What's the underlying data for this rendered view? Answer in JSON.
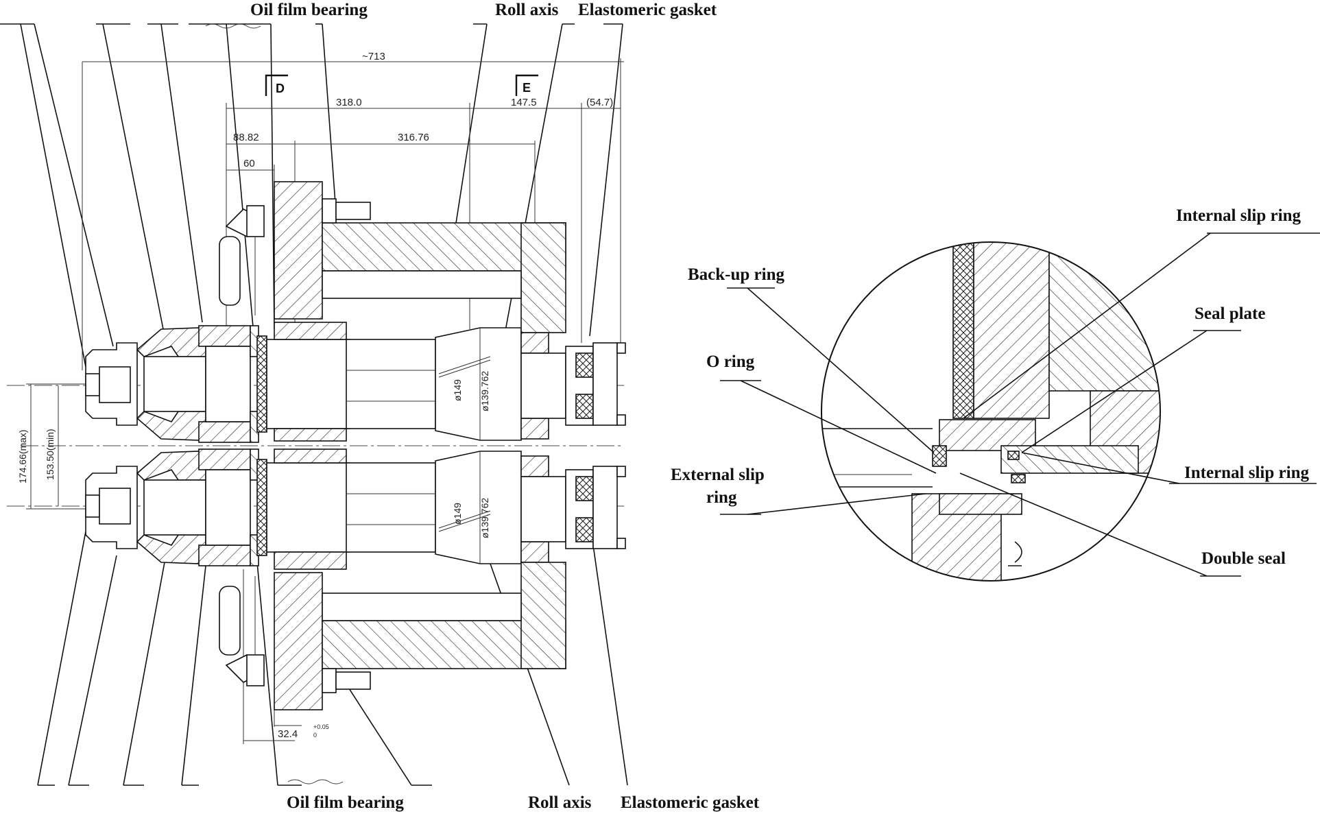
{
  "labels": {
    "oil_film_bearing_top": "Oil film bearing",
    "roll_axis_top": "Roll axis",
    "elastomeric_gasket_top": "Elastomeric gasket",
    "oil_film_bearing_bottom": "Oil film bearing",
    "roll_axis_bottom": "Roll axis",
    "elastomeric_gasket_bottom": "Elastomeric gasket",
    "internal_slip_ring_top": "Internal slip ring",
    "back_up_ring": "Back-up ring",
    "seal_plate": "Seal plate",
    "o_ring": "O ring",
    "external_slip_ring_l1": "External slip",
    "external_slip_ring_l2": "ring",
    "internal_slip_ring_right": "Internal slip ring",
    "double_seal": "Double seal"
  },
  "dimensions": {
    "overall": "~713",
    "d318": "318.0",
    "d147": "147.5",
    "d54": "(54.7)",
    "d88": "88.82",
    "d316": "316.76",
    "d60": "60",
    "d324": "32.4",
    "tol_upper": "+0.05",
    "tol_lower": "0",
    "max_dist": "174.66(max)",
    "min_dist": "153.50(min)",
    "dia149_top": "ø149",
    "dia139_top": "ø139.762",
    "dia149_bot": "ø149",
    "dia139_bot": "ø139.762"
  },
  "sections": {
    "d": "D",
    "e": "E"
  }
}
